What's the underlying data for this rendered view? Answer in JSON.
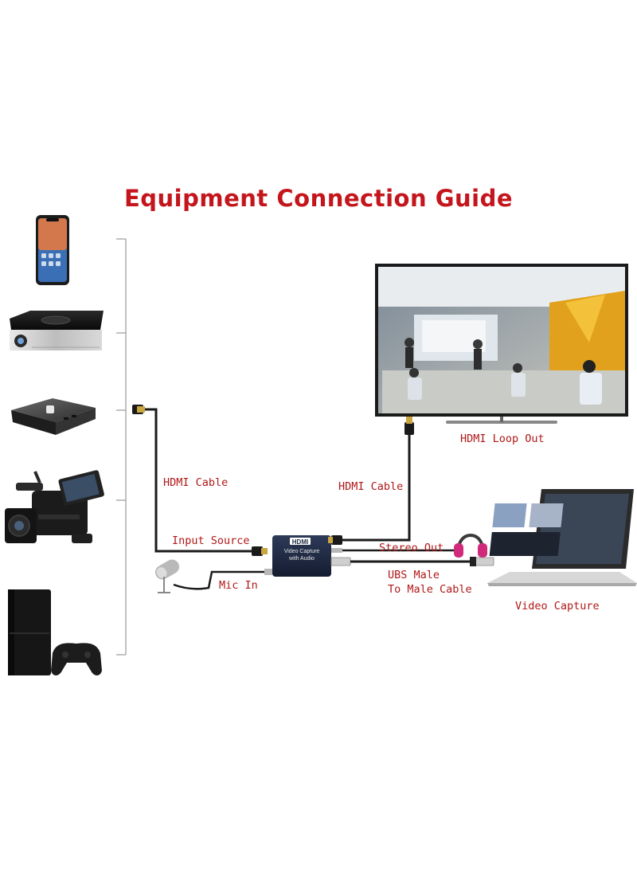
{
  "title": "Equipment Connection Guide",
  "labels": {
    "hdmi_cable_left": "HDMI Cable",
    "input_source": "Input Source",
    "mic_in": "Mic In",
    "hdmi_cable_right": "HDMI Cable",
    "hdmi_loop_out": "HDMI Loop Out",
    "stereo_out": "Stereo Out",
    "usb_cable_line1": "UBS Male",
    "usb_cable_line2": "To Male Cable",
    "video_capture": "Video Capture"
  },
  "device": {
    "brand": "HDMI",
    "label_line1": "Video  Capture",
    "label_line2": "with Audio"
  },
  "colors": {
    "title": "#c4151c",
    "label": "#b01818",
    "cable": "#1a1a1a",
    "bracket": "#9a9a9a",
    "device_body": "#1f2a44"
  },
  "icons": [
    "smartphone-icon",
    "projector-icon",
    "tv-box-icon",
    "camcorder-icon",
    "game-console-icon",
    "microphone-icon",
    "headphones-icon",
    "tv-icon",
    "laptop-icon",
    "hdmi-plug-icon",
    "usb-plug-icon",
    "audio-jack-icon"
  ]
}
